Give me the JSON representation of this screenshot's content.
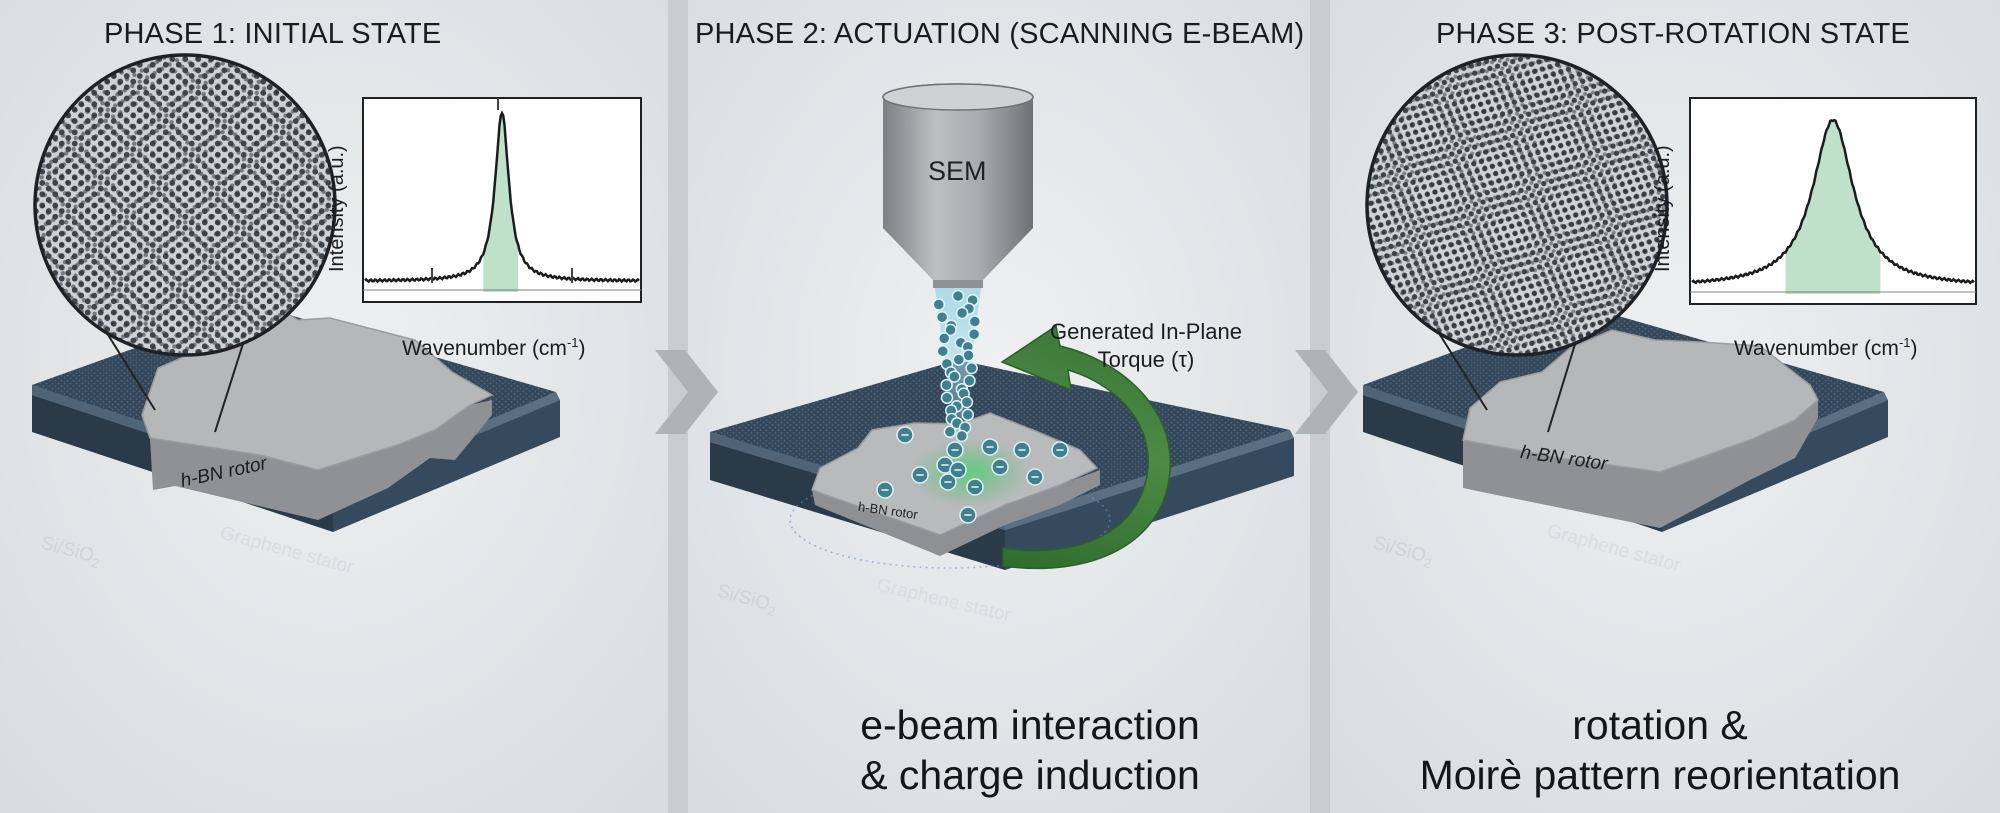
{
  "panels": [
    {
      "title": "PHASE 1: INITIAL STATE",
      "y_label": "Intensity (a.u.)",
      "x_label": "Wavenumber (cm",
      "x_label_sup": "-1",
      "x_label_end": ")",
      "rotor_label": "h-BN rotor",
      "stator_label": "Graphene stator",
      "substrate_label": "Si/SiO",
      "substrate_sub": "2"
    },
    {
      "title": "PHASE 2: ACTUATION (SCANNING E-BEAM)",
      "sem_label": "SEM",
      "torque_line1": "Generated In-Plane",
      "torque_line2": "Torque (τ)",
      "rotor_label": "h-BN rotor",
      "stator_label": "Graphene stator",
      "substrate_label": "Si/SiO",
      "substrate_sub": "2",
      "caption_line1": "e-beam interaction",
      "caption_line2": "& charge induction"
    },
    {
      "title": "PHASE 3: POST-ROTATION STATE",
      "y_label": "Intensity (a.u.)",
      "x_label": "Wavenumber (cm",
      "x_label_sup": "-1",
      "x_label_end": ")",
      "rotor_label": "h-BN rotor",
      "stator_label": "Graphene stator",
      "substrate_label": "Si/SiO",
      "substrate_sub": "2",
      "caption_line1": "rotation &",
      "caption_line2": "Moirè pattern reorientation"
    }
  ],
  "spectra": [
    {
      "peak_center": 0.5,
      "width": 0.045,
      "shade": [
        0.43,
        0.56
      ],
      "baseline": 0.06
    },
    {
      "peak_center": 0.5,
      "width": 0.13,
      "shade": [
        0.33,
        0.67
      ],
      "baseline": 0.04
    }
  ],
  "colors": {
    "panel_bg": "#e4e7e9",
    "gutter": "#c6cace",
    "chevron": "#aeb3b8",
    "layer_dark": "#34475a",
    "layer_edge": "#47596b",
    "rotor_top": "#b4b6b8",
    "rotor_side": "#8d8f92",
    "peak_fill": "#bfe0c9",
    "arrow_green": "#3e7b3c",
    "charge": "#3f7f8e",
    "beam": "#8cc9dc"
  }
}
